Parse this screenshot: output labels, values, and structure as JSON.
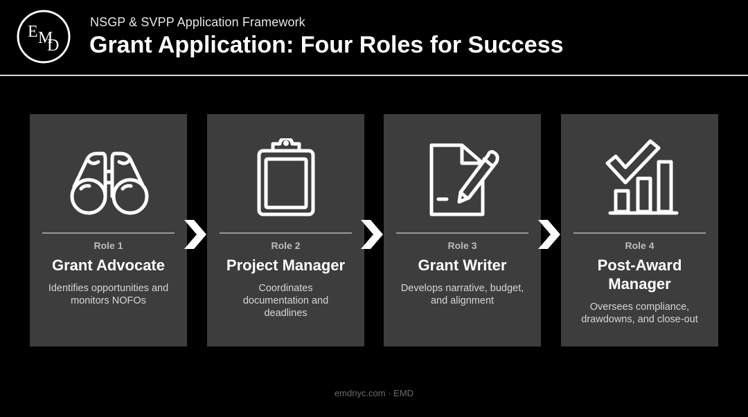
{
  "brand": {
    "logo_text": "EMD",
    "logo_icon": "emd-monogram-logo"
  },
  "header": {
    "subtitle": "NSGP & SVPP Application Framework",
    "title": "Grant Application: Four Roles for Success"
  },
  "roles": [
    {
      "number": "Role 1",
      "name": "Grant Advocate",
      "description": "Identifies opportunities and monitors NOFOs",
      "icon": "binoculars-icon"
    },
    {
      "number": "Role 2",
      "name": "Project Manager",
      "description": "Coordinates documentation and deadlines",
      "icon": "clipboard-icon"
    },
    {
      "number": "Role 3",
      "name": "Grant Writer",
      "description": "Develops narrative, budget, and alignment",
      "icon": "document-pen-icon"
    },
    {
      "number": "Role 4",
      "name": "Post-Award Manager",
      "description": "Oversees compliance, drawdowns, and close-out",
      "icon": "checkmark-bar-chart-icon"
    }
  ],
  "footer": {
    "text": "emdnyc.com · EMD"
  },
  "colors": {
    "background": "#000000",
    "card": "#3d3d3d",
    "text": "#ffffff",
    "muted": "#bdbdbd"
  }
}
